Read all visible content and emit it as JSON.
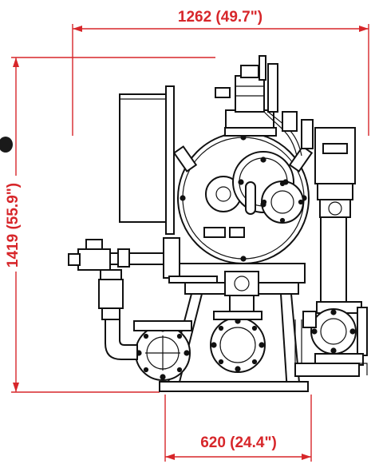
{
  "dimensions": {
    "width_label": "1262 (49.7\")",
    "height_label": "1419 (55.9\")",
    "base_label": "620 (24.4\")"
  },
  "colors": {
    "dimension": "#d7262a",
    "linework": "#111111",
    "background": "#ffffff"
  }
}
